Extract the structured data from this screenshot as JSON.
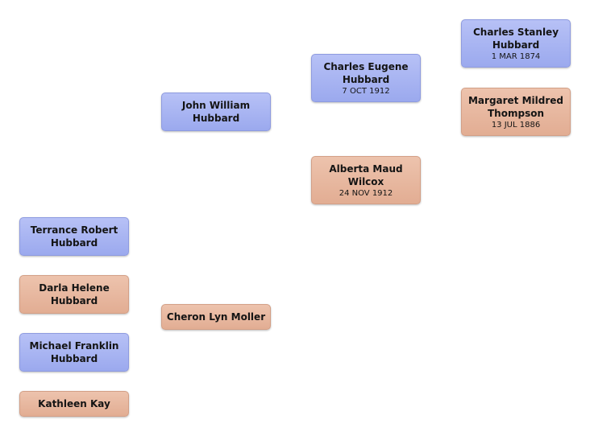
{
  "tree": {
    "ancestors": {
      "father": {
        "name_line1": "John William",
        "name_line2": "Hubbard"
      },
      "paternal_grandfather": {
        "name_line1": "Charles Eugene",
        "name_line2": "Hubbard",
        "date": "7 OCT 1912"
      },
      "paternal_grandmother": {
        "name_line1": "Alberta Maud",
        "name_line2": "Wilcox",
        "date": "24 NOV 1912"
      },
      "great_grandfather": {
        "name_line1": "Charles Stanley",
        "name_line2": "Hubbard",
        "date": "1 MAR 1874"
      },
      "great_grandmother": {
        "name_line1": "Margaret Mildred",
        "name_line2": "Thompson",
        "date": "13 JUL 1886"
      }
    },
    "spouse": {
      "name": "Cheron Lyn  Moller"
    },
    "children": [
      {
        "name_line1": "Terrance Robert",
        "name_line2": "Hubbard",
        "sex": "male"
      },
      {
        "name_line1": "Darla Helene",
        "name_line2": "Hubbard",
        "sex": "female"
      },
      {
        "name_line1": "Michael Franklin",
        "name_line2": "Hubbard",
        "sex": "male"
      },
      {
        "name_line1": "Kathleen  Kay",
        "sex": "female"
      }
    ]
  },
  "colors": {
    "male_fill": "#a9b5f2",
    "female_fill": "#e8b89f",
    "text": "#141414",
    "background": "#ffffff"
  }
}
